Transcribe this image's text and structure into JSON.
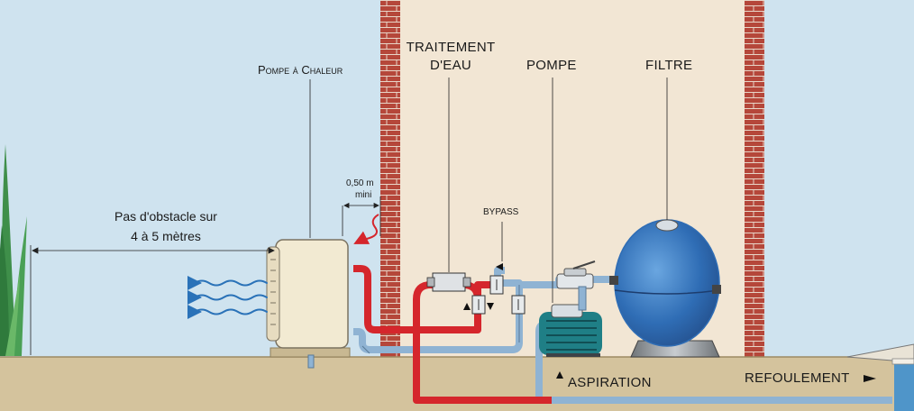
{
  "labels": {
    "heat_pump": "Pompe à Chaleur",
    "water_treatment_line1": "TRAITEMENT",
    "water_treatment_line2": "D'EAU",
    "pump": "POMPE",
    "filter": "FILTRE",
    "bypass": "BYPASS",
    "clearance_value": "0,50 m",
    "clearance_qualifier": "mini",
    "no_obstacle_line1": "Pas d'obstacle sur",
    "no_obstacle_line2": "4 à 5 mètres",
    "suction": "ASPIRATION",
    "discharge": "REFOULEMENT"
  },
  "colors": {
    "sky": "#cfe3ef",
    "wall_interior": "#f2e6d4",
    "brick": "#b5473a",
    "ground": "#d4c39d",
    "hot_pipe": "#d5262c",
    "cold_pipe": "#8fb3d3",
    "filter_tank": "#2f6db5",
    "pump_body": "#1f7f86",
    "airflow": "#2a72b8",
    "warm_air": "#d5262c",
    "heat_pump_body": "#f2ead2"
  }
}
